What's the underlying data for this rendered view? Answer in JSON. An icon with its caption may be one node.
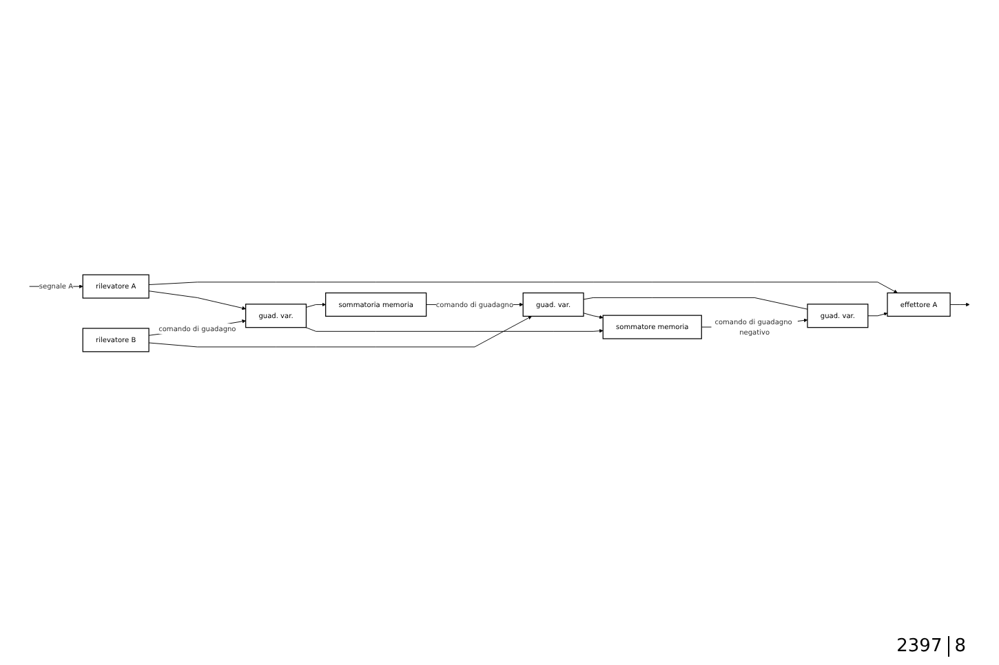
{
  "diagram": {
    "nodes": [
      {
        "text": [
          "rilevatore A"
        ]
      },
      {
        "text": [
          "effettore A"
        ]
      },
      {
        "text": [
          "guad. var."
        ]
      },
      {
        "text": [
          "guad. var."
        ]
      },
      {
        "text": [
          "sommatoria memoria"
        ]
      },
      {
        "text": [
          "guad. var."
        ]
      },
      {
        "text": [
          "sommatore memoria"
        ]
      },
      {
        "text": [
          "rilevatore B"
        ]
      }
    ],
    "edges": [
      {
        "from": null,
        "to": 0,
        "arrow": "to",
        "label": "segnale A"
      },
      {
        "from": 0,
        "to": 1,
        "arrow": "to"
      },
      {
        "from": 0,
        "to": 2,
        "arrow": "to"
      },
      {
        "from": 3,
        "to": 1,
        "arrow": "to"
      },
      {
        "from": 1,
        "to": null,
        "arrow": "to"
      },
      {
        "from": 7,
        "to": 2,
        "arrow": "to",
        "label": "comando di guadagno"
      },
      {
        "from": 2,
        "to": 4,
        "arrow": "to"
      },
      {
        "from": 2,
        "to": 6,
        "arrow": "to"
      },
      {
        "from": 4,
        "to": 5,
        "arrow": "to",
        "label": "comando di guadagno"
      },
      {
        "from": 7,
        "to": 5,
        "arrow": "to"
      },
      {
        "from": 5,
        "to": 3,
        "arrow": "none"
      },
      {
        "from": 5,
        "to": 6,
        "arrow": "to"
      },
      {
        "from": 6,
        "to": 3,
        "arrow": "to",
        "label": "comando di guadagno negativo"
      }
    ],
    "labels": [
      "2397",
      "8"
    ]
  }
}
